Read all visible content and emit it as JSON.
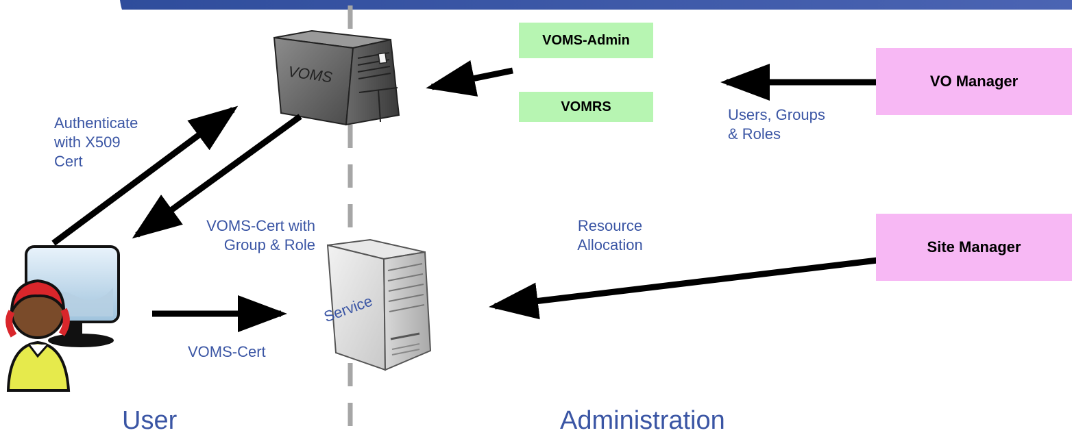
{
  "header": {
    "banner_color": "#3d56a6"
  },
  "servers": {
    "voms_label": "VOMS",
    "service_label": "Service"
  },
  "admin_tools": {
    "voms_admin": "VOMS-Admin",
    "vomrs": "VOMRS",
    "box_color": "#b7f5b2"
  },
  "managers": {
    "vo_manager": "VO Manager",
    "site_manager": "Site Manager",
    "box_color": "#f7b8f4"
  },
  "edge_labels": {
    "authenticate": "Authenticate\nwith X509\nCert",
    "voms_cert_group_role": "VOMS-Cert with\nGroup & Role",
    "voms_cert": "VOMS-Cert",
    "users_groups_roles": "Users, Groups\n& Roles",
    "resource_allocation": "Resource\nAllocation"
  },
  "sections": {
    "user": "User",
    "administration": "Administration"
  },
  "colors": {
    "text": "#3a55a4",
    "arrow": "#000000",
    "divider": "#a6a6a6"
  },
  "icons": {
    "voms_server": "server-tower-icon",
    "service_server": "server-tower-icon",
    "user_workstation": "user-computer-icon"
  }
}
